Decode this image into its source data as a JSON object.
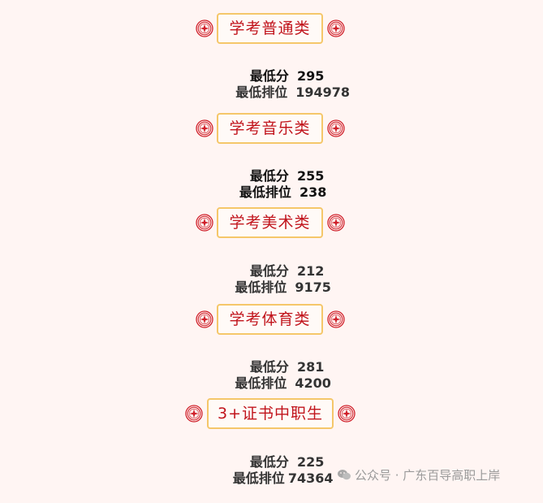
{
  "colors": {
    "background": "#fff5f3",
    "title_text": "#c1141c",
    "title_border": "#f5c76a",
    "icon_red": "#d0202a",
    "stat_black": "#111111",
    "stat_gray": "#333333",
    "footer_text": "#9a9a9a"
  },
  "categories": [
    {
      "title": "学考普通类",
      "icon_left": "red-star-seal-icon",
      "icon_right": "red-star-seal-icon",
      "min_score_label": "最低分",
      "min_score": "295",
      "min_rank_label": "最低排位",
      "min_rank": "194978"
    },
    {
      "title": "学考音乐类",
      "icon_left": "red-star-seal-icon",
      "icon_right": "red-star-seal-icon",
      "min_score_label": "最低分",
      "min_score": "255",
      "min_rank_label": "最低排位",
      "min_rank": "238"
    },
    {
      "title": "学考美术类",
      "icon_left": "red-star-seal-icon",
      "icon_right": "red-star-seal-icon",
      "min_score_label": "最低分",
      "min_score": "212",
      "min_rank_label": "最低排位",
      "min_rank": "9175"
    },
    {
      "title": "学考体育类",
      "icon_left": "red-star-seal-icon",
      "icon_right": "red-star-seal-icon",
      "min_score_label": "最低分",
      "min_score": "281",
      "min_rank_label": "最低排位",
      "min_rank": "4200"
    },
    {
      "title": "3+证书中职生",
      "icon_left": "red-star-seal-icon",
      "icon_right": "red-star-seal-icon",
      "min_score_label": "最低分",
      "min_score": "225",
      "min_rank_label": "最低排位",
      "min_rank": "74364"
    }
  ],
  "footer": {
    "icon": "wechat-icon",
    "text": "公众号 · 广东百导高职上岸"
  }
}
